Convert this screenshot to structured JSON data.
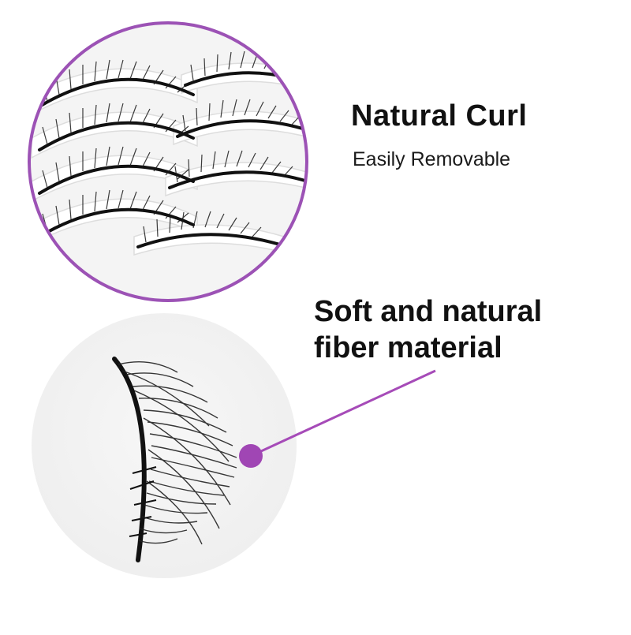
{
  "heading": {
    "title": "Natural Curl",
    "subtitle": "Easily Removable"
  },
  "callout": {
    "line1": "Soft and natural",
    "line2": "fiber material"
  },
  "colors": {
    "accent": "#a64bb8",
    "ring": "#9c52b5",
    "dot": "#a046b4",
    "text": "#111111"
  },
  "images": {
    "top_circle": "lash-tray-photo",
    "bottom_circle": "single-lash-closeup"
  }
}
